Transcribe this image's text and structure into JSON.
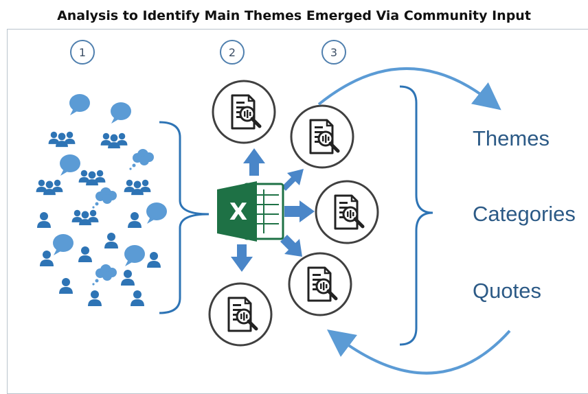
{
  "title": "Analysis to Identify Main Themes Emerged Via Community Input",
  "steps": [
    "1",
    "2",
    "3"
  ],
  "outputs": {
    "themes": "Themes",
    "categories": "Categories",
    "quotes": "Quotes"
  },
  "excel_logo_letter": "X",
  "icons": {
    "people": "people-group-icon",
    "person": "person-icon",
    "speech": "speech-bubble-icon",
    "thought": "thought-bubble-icon",
    "document": "document-magnifier-icon",
    "spreadsheet": "excel-spreadsheet-icon"
  },
  "colors": {
    "accent_blue": "#2e74b5",
    "bubble_blue": "#5b9bd5",
    "arrow_blue": "#4a86c8",
    "excel_green": "#1e7145",
    "step_ring": "#4f7fae",
    "circle_gray": "#404040",
    "label_blue": "#2c5a86"
  }
}
